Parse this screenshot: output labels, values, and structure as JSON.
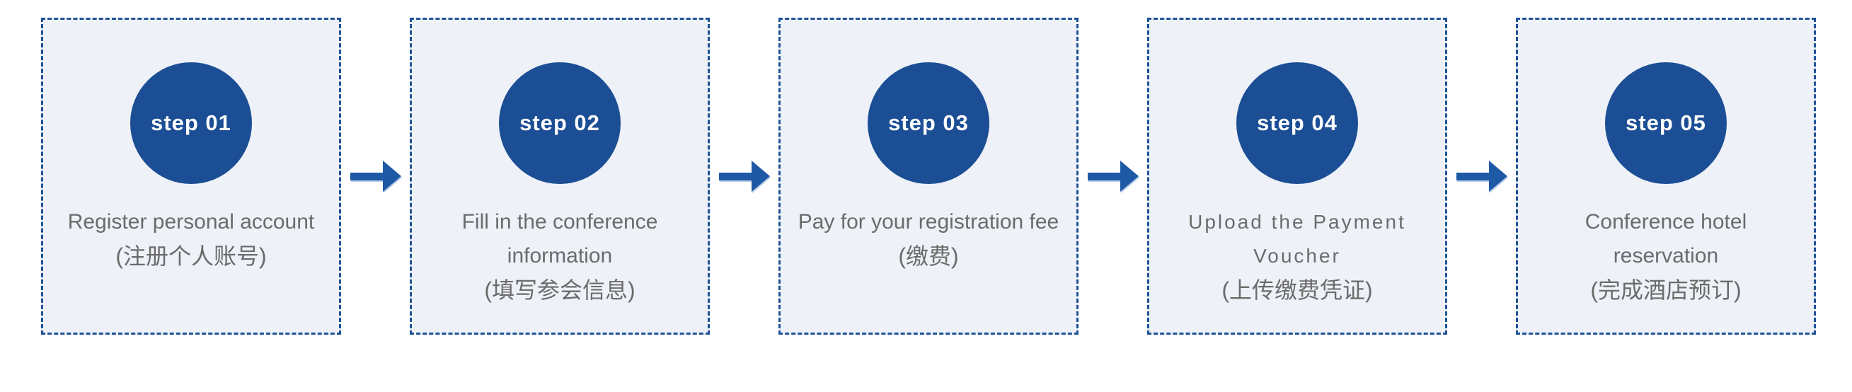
{
  "flow": {
    "colors": {
      "circle_blue": "#1b4e94",
      "dashed_border_blue": "#1e5295",
      "arrow_blue": "#1d59a5",
      "box_background": "#eef1f8",
      "description_text_gray": "#6b6b6b",
      "badge_text_white": "#ffffff",
      "page_background": "#ffffff"
    },
    "steps": [
      {
        "badge": "step 01",
        "en_lines": [
          "Register personal account"
        ],
        "zh": "(注册个人账号)",
        "letterspaced": false
      },
      {
        "badge": "step 02",
        "en_lines": [
          "Fill in the conference",
          "information"
        ],
        "zh": "(填写参会信息)",
        "letterspaced": false
      },
      {
        "badge": "step 03",
        "en_lines": [
          "Pay for your registration fee"
        ],
        "zh": "(缴费)",
        "letterspaced": false
      },
      {
        "badge": "step 04",
        "en_lines": [
          "Upload the Payment Voucher"
        ],
        "zh": "(上传缴费凭证)",
        "letterspaced": true
      },
      {
        "badge": "step 05",
        "en_lines": [
          "Conference hotel",
          "reservation"
        ],
        "zh": "(完成酒店预订)",
        "letterspaced": false
      }
    ],
    "arrow": {
      "icon": "right-arrow"
    }
  }
}
